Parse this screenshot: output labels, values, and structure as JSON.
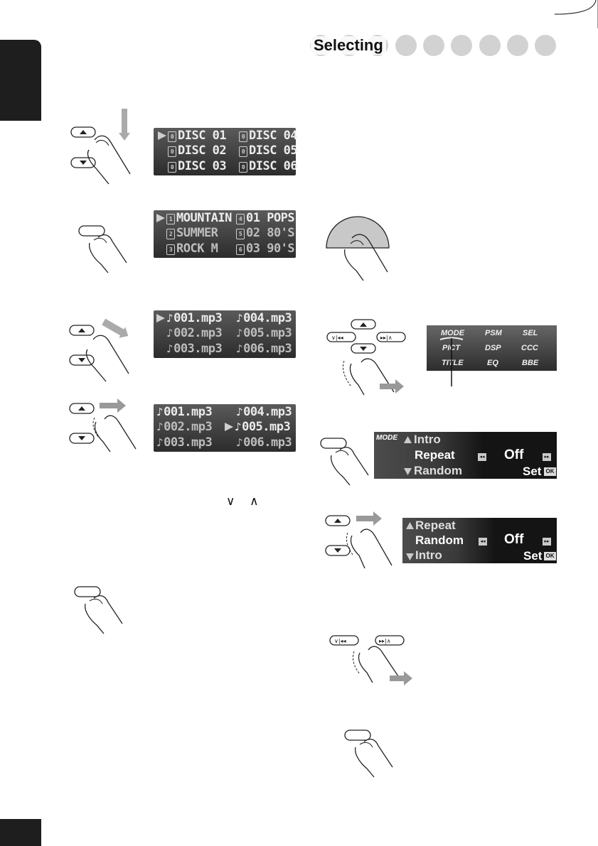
{
  "page": {
    "section_title": "Selecting"
  },
  "disc_list": {
    "rows": [
      {
        "left_num": "0",
        "left": "DISC 01",
        "right_num": "0",
        "right": "DISC 04"
      },
      {
        "left_num": "0",
        "left": "DISC 02",
        "right_num": "0",
        "right": "DISC 05"
      },
      {
        "left_num": "0",
        "left": "DISC 03",
        "right_num": "0",
        "right": "DISC 06"
      }
    ]
  },
  "folder_list": {
    "rows": [
      {
        "left_num": "1",
        "left": "MOUNTAIN",
        "right_num": "4",
        "right": "01 POPS"
      },
      {
        "left_num": "2",
        "left": "SUMMER",
        "right_num": "5",
        "right": "02 80'S"
      },
      {
        "left_num": "3",
        "left": "ROCK M",
        "right_num": "6",
        "right": "03 90'S"
      }
    ]
  },
  "track_list_1": {
    "rows": [
      {
        "left": "001.mp3",
        "right": "004.mp3"
      },
      {
        "left": "002.mp3",
        "right": "005.mp3"
      },
      {
        "left": "003.mp3",
        "right": "006.mp3"
      }
    ]
  },
  "track_list_2": {
    "rows": [
      {
        "left": "001.mp3",
        "right": "004.mp3"
      },
      {
        "left": "002.mp3",
        "right": "005.mp3"
      },
      {
        "left": "003.mp3",
        "right": "006.mp3"
      }
    ]
  },
  "caret_symbols": "∨ ∧",
  "menu_screen": {
    "items": [
      "MODE",
      "PSM",
      "SEL",
      "PICT",
      "DSP",
      "CCC",
      "TITLE",
      "EQ",
      "BBE"
    ]
  },
  "mode_screen_1": {
    "label": "MODE",
    "items": [
      "Intro",
      "Repeat",
      "Random"
    ],
    "value": "Off",
    "set": "Set",
    "ok": "OK"
  },
  "mode_screen_2": {
    "items": [
      "Repeat",
      "Random",
      "Intro"
    ],
    "value": "Off",
    "set": "Set",
    "ok": "OK"
  },
  "icons": {
    "up_button": "up-arrow-icon",
    "down_button": "down-arrow-icon",
    "skip_back": "skip-back-icon",
    "skip_forward": "skip-forward-icon",
    "finger": "finger-press-icon"
  }
}
